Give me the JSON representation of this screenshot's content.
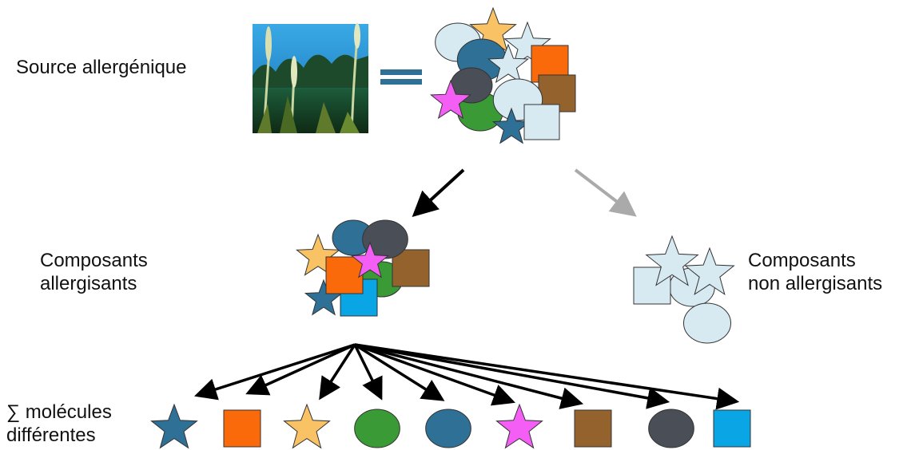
{
  "labels": {
    "source": "Source allergénique",
    "allergenic": [
      "Composants",
      "allergisants"
    ],
    "non_allergenic": [
      "Composants",
      "non allergisants"
    ],
    "molecules": [
      "∑ molécules",
      "différentes"
    ]
  },
  "colors": {
    "steel_blue": "#2e7096",
    "orange": "#fa6a0a",
    "gold": "#f9c265",
    "green": "#3a9a35",
    "magenta": "#f55ef5",
    "brown": "#93622d",
    "dark_gray": "#4a4f57",
    "sky_blue": "#0aa5e5",
    "light_blue": "#d7eaf2",
    "equals_bar": "#2e7096",
    "arrow_black": "#000000",
    "arrow_gray": "#aaaaaa"
  },
  "molecules": [
    {
      "shape": "star",
      "color": "steel_blue"
    },
    {
      "shape": "square",
      "color": "orange"
    },
    {
      "shape": "star",
      "color": "gold"
    },
    {
      "shape": "ellipse",
      "color": "green"
    },
    {
      "shape": "ellipse",
      "color": "steel_blue"
    },
    {
      "shape": "star",
      "color": "magenta"
    },
    {
      "shape": "square",
      "color": "brown"
    },
    {
      "shape": "ellipse",
      "color": "dark_gray"
    },
    {
      "shape": "square",
      "color": "sky_blue"
    }
  ]
}
